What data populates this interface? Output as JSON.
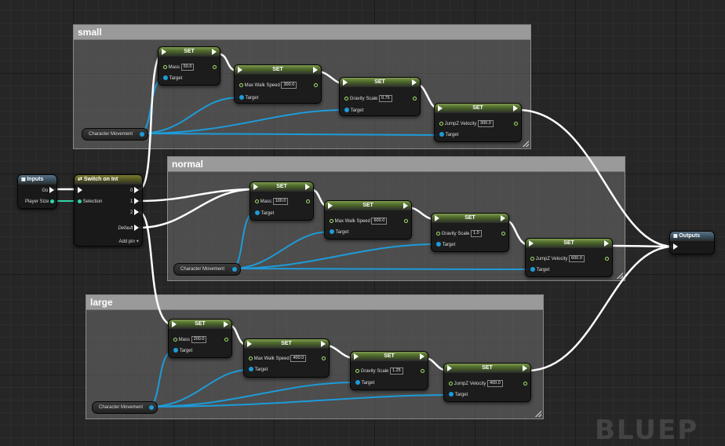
{
  "comments": {
    "small": "small",
    "normal": "normal",
    "large": "large"
  },
  "set_label": "SET",
  "target_label": "Target",
  "pins": {
    "mass": "Mass",
    "max_walk_speed": "Max Walk Speed",
    "gravity_scale": "Gravity Scale",
    "jump_z_velocity": "JumpZ Velocity"
  },
  "character_movement": "Character Movement",
  "small_values": {
    "mass": "50.0",
    "max_walk_speed": "300.0",
    "gravity_scale": "0.75",
    "jump_z_velocity": "300.0"
  },
  "normal_values": {
    "mass": "100.0",
    "max_walk_speed": "600.0",
    "gravity_scale": "1.0",
    "jump_z_velocity": "600.0"
  },
  "large_values": {
    "mass": "200.0",
    "max_walk_speed": "400.0",
    "gravity_scale": "1.25",
    "jump_z_velocity": "400.0"
  },
  "inputs": {
    "title": "Inputs",
    "go": "Go",
    "player_size": "Player Size"
  },
  "switch": {
    "title": "Switch on Int",
    "selection": "Selection",
    "out0": "0",
    "out1": "1",
    "out2": "2",
    "default": "Default",
    "add_pin": "Add pin"
  },
  "outputs": {
    "title": "Outputs"
  },
  "watermark": "BLUEP",
  "colors": {
    "exec_wire": "#ffffff",
    "object_wire": "#1e9bd8",
    "float_pin": "#9fe36a",
    "int_pin": "#31d6a8"
  }
}
